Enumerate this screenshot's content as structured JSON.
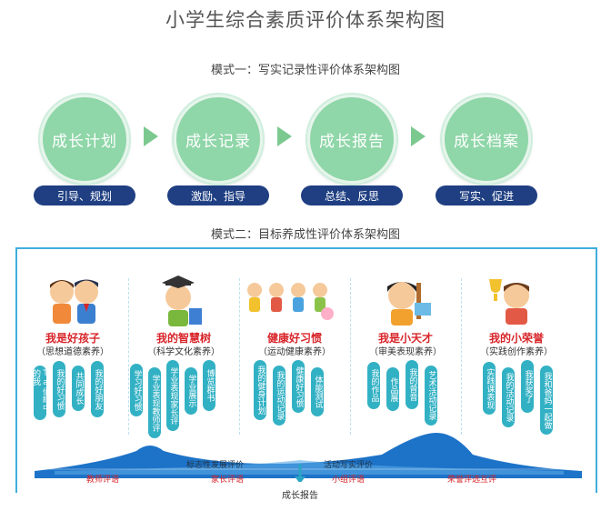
{
  "title": "小学生综合素质评价体系架构图",
  "mode1": {
    "title": "模式一：写实记录性评价体系架构图",
    "steps": [
      {
        "name": "成长计划",
        "tag": "引导、规划"
      },
      {
        "name": "成长记录",
        "tag": "激励、指导"
      },
      {
        "name": "成长报告",
        "tag": "总结、反思"
      },
      {
        "name": "成长档案",
        "tag": "写实、促进"
      }
    ]
  },
  "mode2": {
    "title": "模式二：目标养成性评价体系架构图",
    "categories": [
      {
        "title": "我是好孩子",
        "sub": "（思想道德素养）",
        "items": [
          "Ta们眼中的我",
          "我的好习惯",
          "共同成长",
          "我的好朋友"
        ]
      },
      {
        "title": "我的智慧树",
        "sub": "（科学文化素养）",
        "items": [
          "学习好习惯",
          "学业表现教师评",
          "学业表现家长评",
          "学业展示",
          "博览群书"
        ]
      },
      {
        "title": "健康好习惯",
        "sub": "（运动健康素养）",
        "items": [
          "我的健身计划",
          "我的运动记录",
          "健康好习惯",
          "体能测试"
        ]
      },
      {
        "title": "我是小天才",
        "sub": "（审美表现素养）",
        "items": [
          "我的作品",
          "作品展",
          "我的曾音",
          "艺术活动记录"
        ]
      },
      {
        "title": "我的小荣誉",
        "sub": "（实践创作素养）",
        "items": [
          "实践课表现",
          "我的活动记录",
          "我获奖了",
          "我和爸妈一起做"
        ]
      }
    ],
    "bands": {
      "left": "标志性发展评价",
      "right": "活动写实评价"
    },
    "evaluators": [
      "教师评语",
      "家长评语",
      "小组评语",
      "荣誉评选互评"
    ],
    "report": "成长报告"
  },
  "colors": {
    "circle": "#8fd6a8",
    "tag": "#1f3f82",
    "pill": "#33b1c4",
    "frame": "#41aedc",
    "accent": "#d8252a",
    "band": "#1d73c8"
  }
}
